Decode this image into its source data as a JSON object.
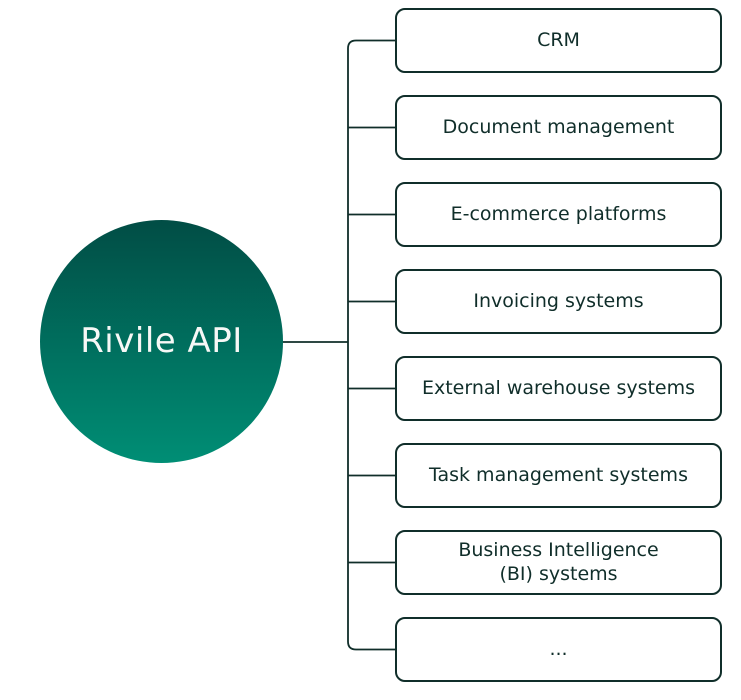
{
  "diagram": {
    "root": {
      "label": "Rivile API"
    },
    "nodes": [
      {
        "label": "CRM"
      },
      {
        "label": "Document management"
      },
      {
        "label": "E-commerce platforms"
      },
      {
        "label": "Invoicing systems"
      },
      {
        "label": "External warehouse systems"
      },
      {
        "label": "Task management systems"
      },
      {
        "label": "Business Intelligence\n(BI) systems"
      },
      {
        "label": "..."
      }
    ],
    "colors": {
      "ink": "#102e2a",
      "circle_top": "#014d45",
      "circle_bottom": "#008e75",
      "background": "#ffffff",
      "box_background": "#ffffff",
      "circle_text": "#f7f8f6"
    }
  }
}
